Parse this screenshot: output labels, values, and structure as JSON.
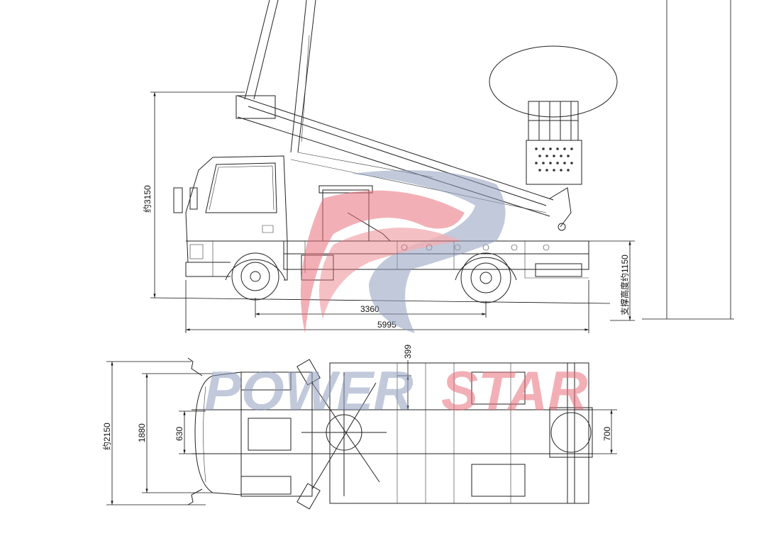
{
  "side_view": {
    "dims": {
      "height_total": "约3150",
      "wheelbase": "3360",
      "length": "5995",
      "outrigger_height": "支撑高度约1150"
    }
  },
  "top_view": {
    "dims": {
      "width_total": "约2150",
      "cab_width": "1880",
      "front_track_inner": "630",
      "offset": "399",
      "rear_frame": "700"
    }
  },
  "watermark": {
    "text_a": "POWER",
    "text_b": "STAR",
    "colors": {
      "blue": "#8f9dbd",
      "red": "#e8707a"
    }
  }
}
